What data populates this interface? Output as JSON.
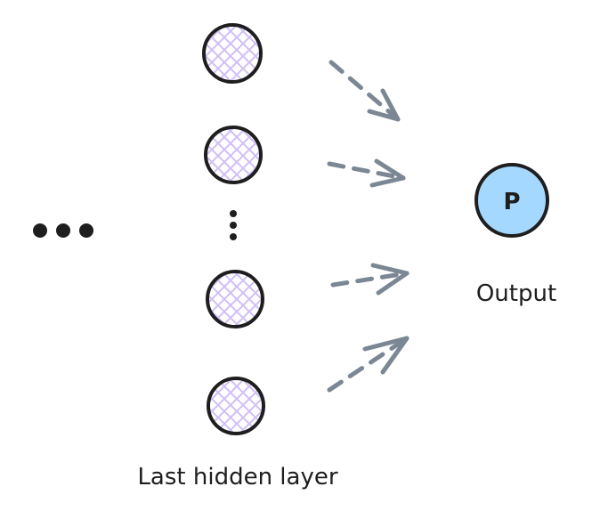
{
  "diagram": {
    "left_ellipsis": "•••",
    "hidden_layer_label": "Last hidden layer",
    "output_node_symbol": "P",
    "output_label": "Output",
    "colors": {
      "stroke": "#1e1e1e",
      "hatch": "#d0bff5",
      "output_fill": "#a5d8ff",
      "arrow": "#7b8794",
      "background": "#ffffff"
    },
    "icons": {
      "hidden_node": "hatched-circle",
      "output_node": "filled-circle",
      "connection": "dashed-arrow"
    }
  }
}
